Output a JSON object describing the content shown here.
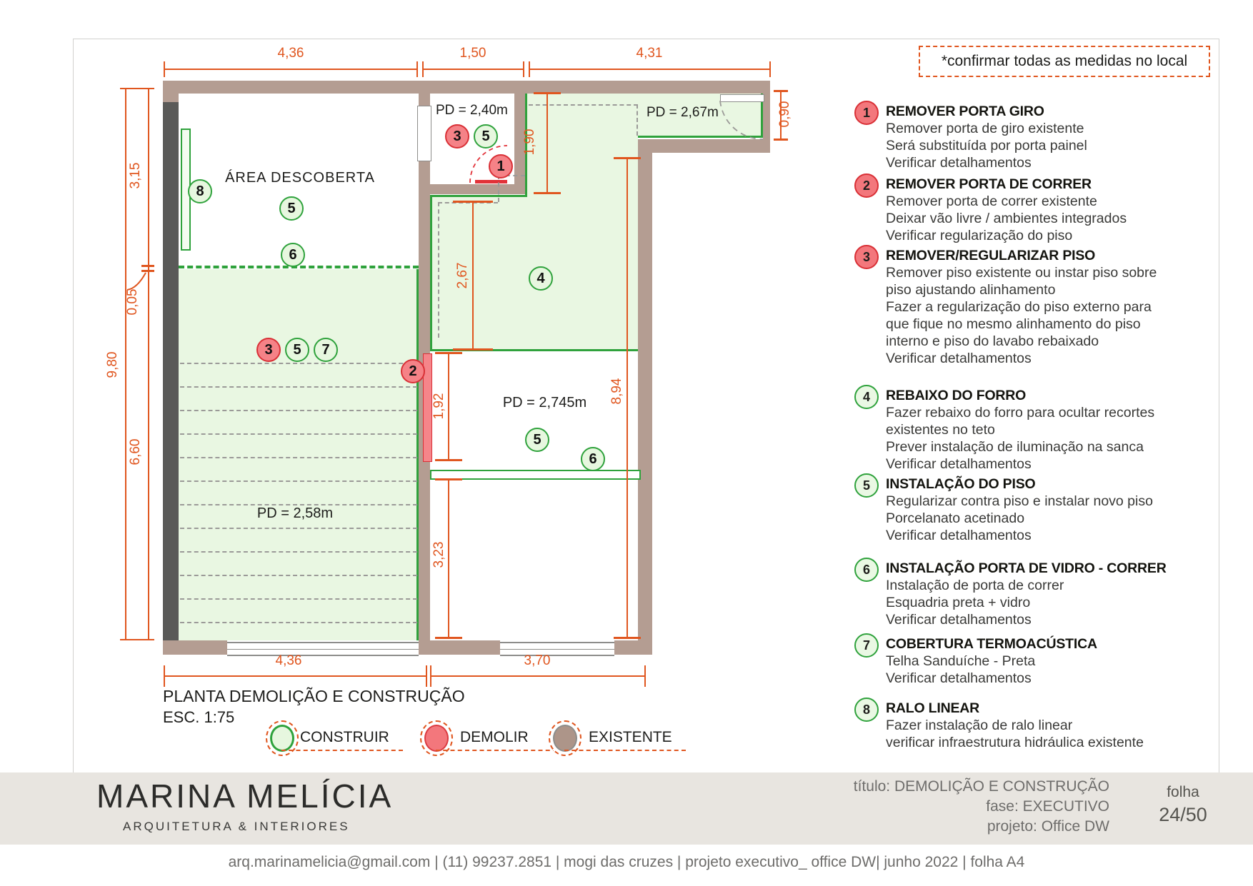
{
  "note": "*confirmar todas as medidas no local",
  "plan": {
    "title": "PLANTA DEMOLIÇÃO E CONSTRUÇÃO",
    "scale": "ESC. 1:75",
    "rooms": {
      "area_descoberta": "ÁREA DESCOBERTA",
      "pd_240": "PD = 2,40m",
      "pd_267": "PD = 2,67m",
      "pd_2745": "PD = 2,745m",
      "pd_258": "PD = 2,58m"
    },
    "dims": {
      "top": [
        "4,36",
        "1,50",
        "4,31"
      ],
      "bottom": [
        "4,36",
        "3,70"
      ],
      "left": [
        "3,15",
        "0,05",
        "9,80",
        "6,60"
      ],
      "right": [
        "0,90"
      ],
      "inner": [
        "1,90",
        "2,67",
        "8,94",
        "1,92",
        "3,23"
      ]
    },
    "badges": {
      "b8": "8",
      "b5a": "5",
      "b6a": "6",
      "b3r": "3",
      "b5b": "5",
      "b7": "7",
      "b3s": "3",
      "b5s": "5",
      "b1": "1",
      "b2": "2",
      "b4": "4",
      "b5c": "5",
      "b6c": "6"
    },
    "colors": {
      "construir": "#2fa23c",
      "demolir": "#d93036",
      "existente": "#b49d92",
      "dimension": "#e0561f"
    }
  },
  "swatches": [
    {
      "label": "CONSTRUIR",
      "color": "#e7f7df"
    },
    {
      "label": "DEMOLIR",
      "color": "#f3777c"
    },
    {
      "label": "EXISTENTE",
      "color": "#ad9589"
    }
  ],
  "legend": [
    {
      "n": "1",
      "type": "red",
      "title": "REMOVER PORTA GIRO",
      "lines": [
        "Remover porta de giro existente",
        "Será substituída por porta painel",
        "Verificar detalhamentos"
      ]
    },
    {
      "n": "2",
      "type": "red",
      "title": "REMOVER PORTA DE CORRER",
      "lines": [
        "Remover porta de correr existente",
        "Deixar vão livre / ambientes integrados",
        "Verificar regularização do piso"
      ]
    },
    {
      "n": "3",
      "type": "red",
      "title": "REMOVER/REGULARIZAR PISO",
      "lines": [
        "Remover piso existente ou instar piso sobre",
        "piso ajustando alinhamento",
        "Fazer a regularização do piso externo para",
        "que fique no mesmo alinhamento do piso",
        "interno e piso do lavabo rebaixado",
        "Verificar detalhamentos"
      ]
    },
    {
      "n": "4",
      "type": "green",
      "title": "REBAIXO DO FORRO",
      "lines": [
        "Fazer rebaixo do forro para ocultar recortes",
        "existentes no teto",
        "Prever instalação de iluminação na sanca",
        "Verificar detalhamentos"
      ]
    },
    {
      "n": "5",
      "type": "green",
      "title": "INSTALAÇÃO DO PISO",
      "lines": [
        "Regularizar contra piso e instalar novo piso",
        "Porcelanato acetinado",
        "Verificar detalhamentos"
      ]
    },
    {
      "n": "6",
      "type": "green",
      "title": "INSTALAÇÃO PORTA DE VIDRO - CORRER",
      "lines": [
        "Instalação de porta de correr",
        "Esquadria preta + vidro",
        "Verificar detalhamentos"
      ]
    },
    {
      "n": "7",
      "type": "green",
      "title": "COBERTURA TERMOACÚSTICA",
      "lines": [
        "Telha Sanduíche - Preta",
        "Verificar detalhamentos"
      ]
    },
    {
      "n": "8",
      "type": "green",
      "title": "RALO LINEAR",
      "lines": [
        "Fazer instalação de ralo linear",
        "verificar infraestrutura hidráulica existente"
      ]
    }
  ],
  "footer": {
    "brand": "MARINA MELÍCIA",
    "brand_sub": "ARQUITETURA  &  INTERIORES",
    "titulo": "título: DEMOLIÇÃO E CONSTRUÇÃO",
    "fase": "fase: EXECUTIVO",
    "projeto": "projeto: Office DW",
    "folha_label": "folha",
    "folha_num": "24/50",
    "contact": "arq.marinamelicia@gmail.com  |  (11) 99237.2851  | mogi das cruzes | projeto executivo_ office DW| junho 2022 | folha A4"
  }
}
